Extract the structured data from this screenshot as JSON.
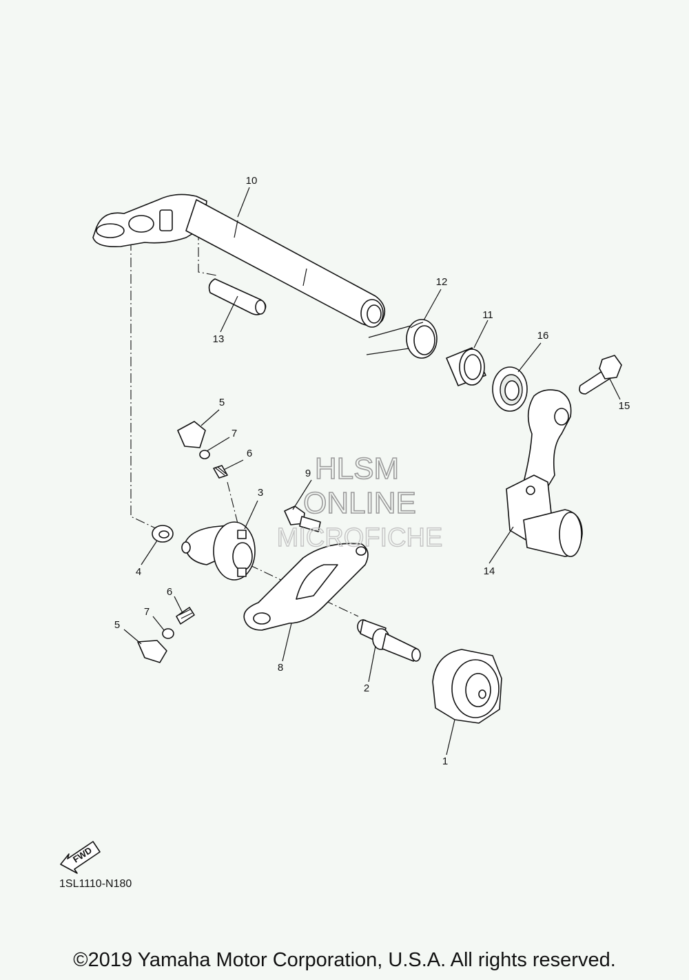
{
  "diagram": {
    "callouts": {
      "c1": "1",
      "c2": "2",
      "c3": "3",
      "c4": "4",
      "c5a": "5",
      "c5b": "5",
      "c6a": "6",
      "c6b": "6",
      "c7a": "7",
      "c7b": "7",
      "c8": "8",
      "c9": "9",
      "c10": "10",
      "c11": "11",
      "c12": "12",
      "c13": "13",
      "c14": "14",
      "c15": "15",
      "c16": "16"
    },
    "drawing_code": "1SL1110-N180",
    "fwd_label": "FWD",
    "watermark": {
      "line1": "HLSM",
      "line2": "ONLINE",
      "line3": "MICROFICHE"
    }
  },
  "footer": {
    "copyright": "©2019 Yamaha Motor Corporation, U.S.A. All rights reserved."
  }
}
